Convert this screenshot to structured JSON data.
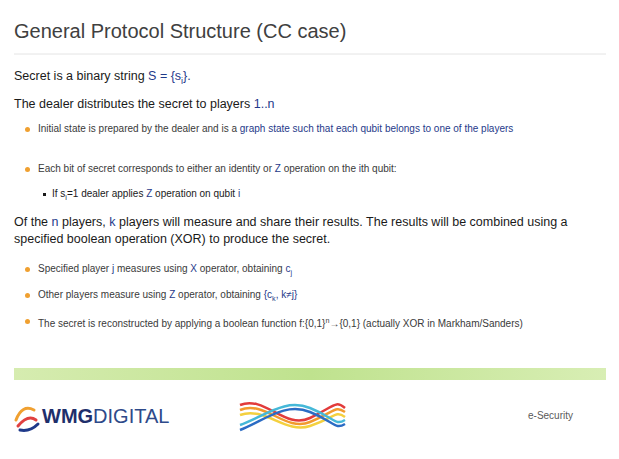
{
  "diagram": {
    "title": "General Protocol Structure (CC case)",
    "labels": [
      "Secret is a binary string",
      "S = {s",
      "i",
      "}.",
      "The dealer distributes the secret to players",
      "1..n",
      "Initial state is prepared by the dealer and is a",
      "graph state such that each qubit belongs to one of the players",
      "Each bit of secret corresponds to either an identity or",
      "Z",
      "operation on the",
      "i",
      "th qubit:",
      "If s",
      "i",
      "=1 dealer applies",
      "Z",
      "operation on qubit",
      "i",
      "Of the",
      "n",
      "players,",
      "k",
      "players will measure and share their results. The results will be combined using a specified boolean operation (XOR) to produce the secret.",
      "Specified player",
      "j",
      "measures using",
      "X",
      "operator, obtaining",
      "c",
      "j",
      "Other players measure using",
      "Z",
      "operator, obtaining",
      "{c",
      "k",
      ", k≠j}",
      "The secret is reconstructed by applying a boolean function f:{0,1}",
      "n",
      "→{0,1} (actually XOR in Markham/Sanders)",
      "WMG",
      "DIGITAL",
      "e-Security"
    ]
  }
}
